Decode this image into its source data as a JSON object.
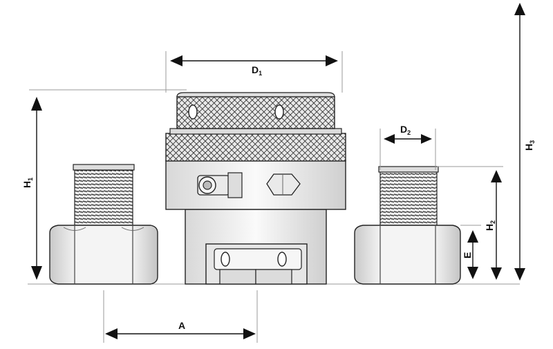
{
  "labels": {
    "d1": {
      "main": "D",
      "sub": "1"
    },
    "d2": {
      "main": "D",
      "sub": "2"
    },
    "h1": {
      "main": "H",
      "sub": "1"
    },
    "h2": {
      "main": "H",
      "sub": "2"
    },
    "h3": {
      "main": "H",
      "sub": "3"
    },
    "e": {
      "main": "E"
    },
    "a": {
      "main": "A"
    }
  },
  "colors": {
    "line": "#111111",
    "dim": "#999999",
    "metal_light": "#f2f2f2",
    "metal_mid": "#cfcfcf",
    "metal_dark": "#8a8a8a"
  }
}
